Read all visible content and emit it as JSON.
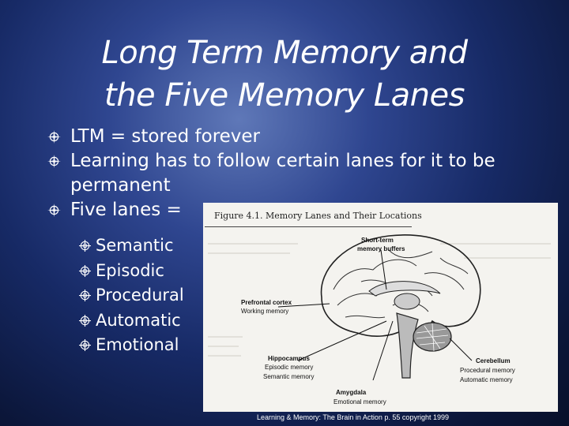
{
  "slide": {
    "title_line1": "Long Term Memory and",
    "title_line2": "the Five Memory Lanes",
    "bullets": [
      "LTM = stored forever",
      "Learning has to follow certain lanes for it to be permanent",
      "Five lanes ="
    ],
    "sub_bullets": [
      "Semantic",
      "Episodic",
      "Procedural",
      "Automatic",
      "Emotional"
    ]
  },
  "figure": {
    "title": "Figure 4.1.  Memory Lanes and Their Locations",
    "labels": {
      "short_term_title": "Short-term",
      "short_term_sub": "memory buffers",
      "prefrontal_title": "Prefrontal cortex",
      "prefrontal_sub": "Working memory",
      "hippocampus_title": "Hippocampus",
      "hippocampus_sub1": "Episodic memory",
      "hippocampus_sub2": "Semantic memory",
      "cerebellum_title": "Cerebellum",
      "cerebellum_sub1": "Procedural memory",
      "cerebellum_sub2": "Automatic memory",
      "amygdala_title": "Amygdala",
      "amygdala_sub": "Emotional memory"
    }
  },
  "caption": "Learning & Memory: The Brain in Action p. 55 copyright 1999",
  "colors": {
    "bg_center": "#5f78b8",
    "bg_edge": "#08102a",
    "text": "#ffffff"
  },
  "icons": {
    "bullet": "compass-star-icon",
    "sub_bullet": "compass-cross-icon"
  }
}
